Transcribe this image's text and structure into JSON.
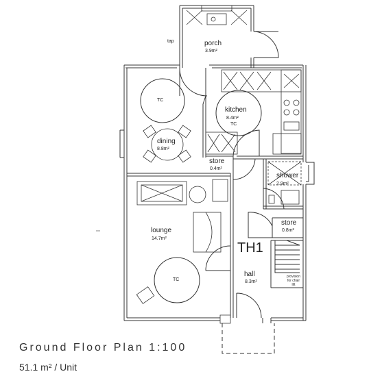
{
  "plan": {
    "unit_label": "TH1",
    "tap_label": "tap",
    "tc_label": "TC",
    "rooms": {
      "porch": {
        "name": "porch",
        "area": "3.9m²"
      },
      "kitchen": {
        "name": "kitchen",
        "area": "8.4m²",
        "note": "TC"
      },
      "dining": {
        "name": "dining",
        "area": "8.8m²"
      },
      "store1": {
        "name": "store",
        "area": "0.4m²"
      },
      "shower": {
        "name": "shower",
        "area": "2.9m²"
      },
      "store2": {
        "name": "store",
        "area": "0.8m²"
      },
      "lounge": {
        "name": "lounge",
        "area": "14.7m²"
      },
      "hall": {
        "name": "hall",
        "area": "8.3m²"
      }
    },
    "chair_lift_note": [
      "provision",
      "for chair",
      "lift"
    ]
  },
  "caption": {
    "title": "Ground Floor Plan 1:100",
    "area": "51.1 m² / Unit"
  }
}
